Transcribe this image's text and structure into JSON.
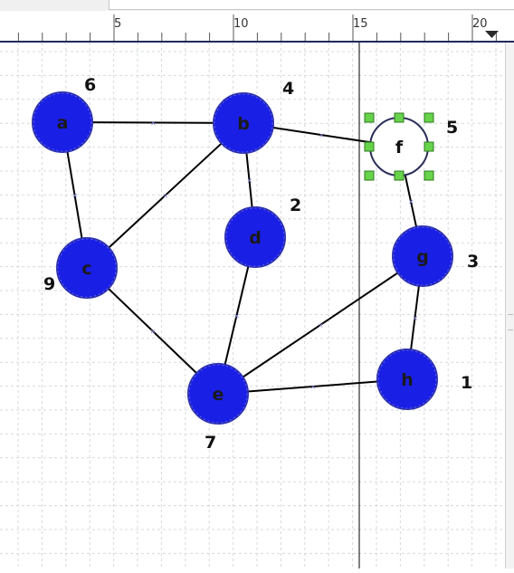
{
  "ruler": {
    "labels": [
      "5",
      "10",
      "15",
      "20"
    ],
    "scroll_arrow": "triangle-down-icon"
  },
  "graph": {
    "nodes": [
      {
        "id": "a",
        "weight": "6",
        "selected": false
      },
      {
        "id": "b",
        "weight": "4",
        "selected": false
      },
      {
        "id": "f",
        "weight": "5",
        "selected": true
      },
      {
        "id": "d",
        "weight": "2",
        "selected": false
      },
      {
        "id": "c",
        "weight": "9",
        "selected": false
      },
      {
        "id": "g",
        "weight": "3",
        "selected": false
      },
      {
        "id": "h",
        "weight": "1",
        "selected": false
      },
      {
        "id": "e",
        "weight": "7",
        "selected": false
      }
    ],
    "edges": [
      [
        "a",
        "b"
      ],
      [
        "a",
        "c"
      ],
      [
        "b",
        "c"
      ],
      [
        "b",
        "d"
      ],
      [
        "b",
        "f"
      ],
      [
        "c",
        "e"
      ],
      [
        "d",
        "e"
      ],
      [
        "f",
        "g"
      ],
      [
        "g",
        "e"
      ],
      [
        "g",
        "h"
      ],
      [
        "h",
        "e"
      ]
    ]
  },
  "colors": {
    "node_fill": "#1a1fe6",
    "node_label": "#1a1a1a",
    "selected_fill": "#ffffff",
    "handle": "#66d34a",
    "edge": "#000000",
    "grid": "#d6d9dd",
    "guide": "#000000"
  }
}
